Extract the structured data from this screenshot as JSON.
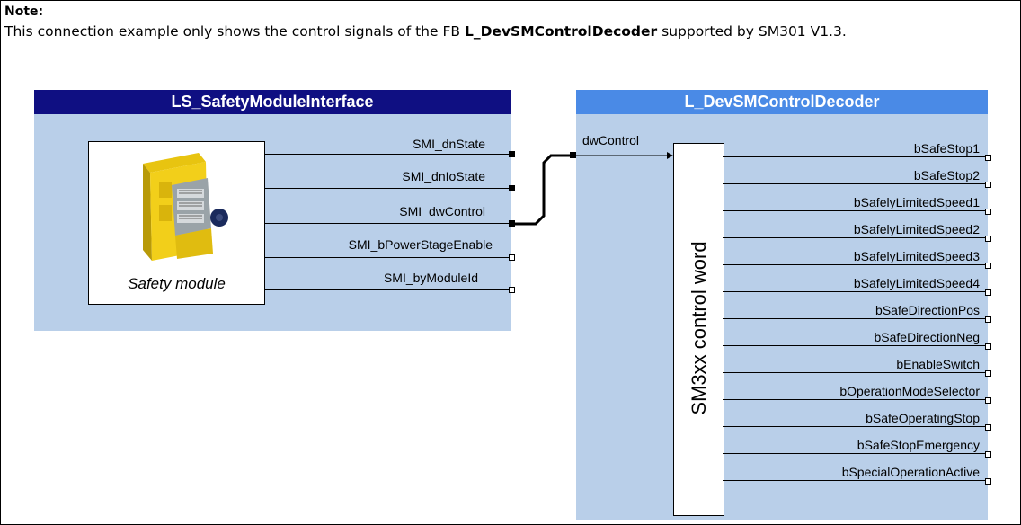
{
  "note": {
    "title": "Note:",
    "text_before": "This connection example only shows the control signals of the FB ",
    "fb_name": "L_DevSMControlDecoder",
    "text_after": " supported by SM301 V1.3."
  },
  "left_block": {
    "title": "LS_SafetyModuleInterface",
    "header_color": "#0f0f82",
    "module_caption": "Safety module",
    "outputs": [
      "SMI_dnState",
      "SMI_dnIoState",
      "SMI_dwControl",
      "SMI_bPowerStageEnable",
      "SMI_byModuleId"
    ]
  },
  "right_block": {
    "title": "L_DevSMControlDecoder",
    "header_color": "#4a8ae6",
    "input": "dwControl",
    "box_label": "SM3xx control word",
    "outputs": [
      "bSafeStop1",
      "bSafeStop2",
      "bSafelyLimitedSpeed1",
      "bSafelyLimitedSpeed2",
      "bSafelyLimitedSpeed3",
      "bSafelyLimitedSpeed4",
      "bSafeDirectionPos",
      "bSafeDirectionNeg",
      "bEnableSwitch",
      "bOperationModeSelector",
      "bSafeOperatingStop",
      "bSafeStopEmergency",
      "bSpecialOperationActive"
    ]
  },
  "colors": {
    "block_body": "#b9cfe9"
  },
  "icons": {
    "module_image": "safety-module-device-icon"
  }
}
